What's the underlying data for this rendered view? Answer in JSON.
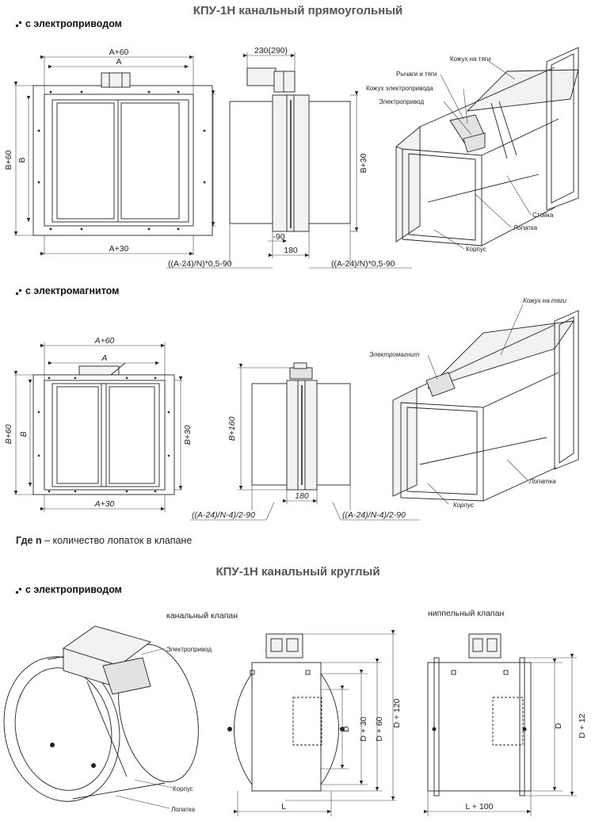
{
  "titles": {
    "rect": "КПУ-1Н канальный прямоугольный",
    "round": "КПУ-1Н канальный круглый"
  },
  "subtitles": {
    "motor1": "с электроприводом",
    "magnet": "с электромагнитом",
    "motor2": "с электроприводом"
  },
  "note": {
    "bold": "Где n",
    "text": " – количество лопаток в клапане"
  },
  "round_labels": {
    "duct": "канальный клапан",
    "nipple": "ниппельный клапан"
  },
  "dims_motor": {
    "a60": "A+60",
    "a": "A",
    "b60": "B+60",
    "b": "B",
    "a30": "A+30",
    "w230": "230(290)",
    "b30": "B+30",
    "m90": "-90",
    "w180": "180",
    "formula_left": "((A-24)/N)*0,5-90",
    "formula_right": "((A-24)/N)*0,5-90"
  },
  "labels_motor_iso": {
    "rods_cover": "Кожух на тяги",
    "levers": "Рычаги и тяги",
    "drive_cover": "Кожух электропривода",
    "drive": "Электропривод",
    "post": "Стойка",
    "blade": "Лопатка",
    "body": "Корпус"
  },
  "dims_magnet": {
    "a60": "A+60",
    "a": "A",
    "b60": "B+60",
    "b": "B",
    "b30": "B+30",
    "a30": "A+30",
    "b160": "B+160",
    "w180": "180",
    "formula_left": "((A-24)/N-4)/2-90",
    "formula_right": "((A-24)/N-4)/2-90"
  },
  "labels_magnet_iso": {
    "rods_cover": "Кожух на тяги",
    "magnet": "Электромагнит",
    "blade": "Лопатка",
    "body": "Корпус"
  },
  "labels_round_iso": {
    "drive": "Электропривод",
    "body": "Корпус",
    "blade": "Лопатка"
  },
  "dims_round_duct": {
    "d": "D",
    "d30": "D + 30",
    "d60": "D + 60",
    "d120": "D + 120",
    "l": "L"
  },
  "dims_round_nipple": {
    "d": "D",
    "d12": "D + 12",
    "l100": "L + 100"
  }
}
